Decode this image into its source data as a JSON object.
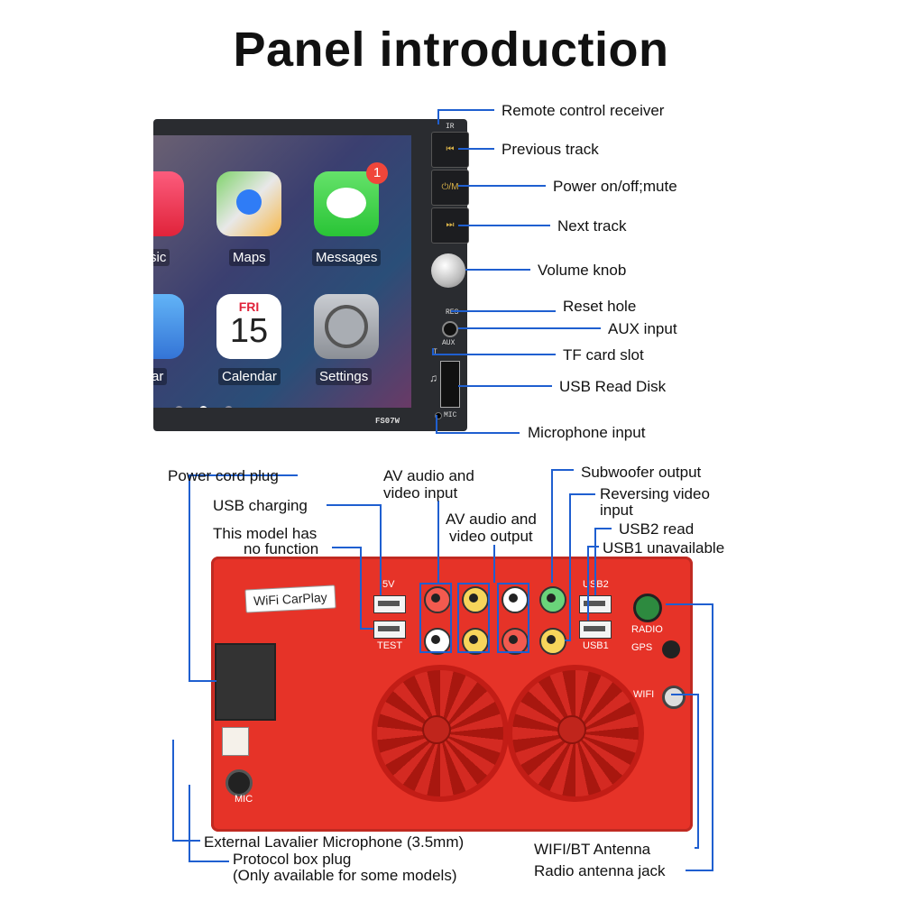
{
  "title": "Panel introduction",
  "front_panel": {
    "model": "FS07W",
    "apps": [
      {
        "label": "sic",
        "icon": "music-icon"
      },
      {
        "label": "Maps",
        "icon": "maps-icon"
      },
      {
        "label": "Messages",
        "icon": "messages-icon",
        "badge": "1"
      },
      {
        "label": "ar",
        "icon": "podcast-icon"
      },
      {
        "label": "Calendar",
        "icon": "calendar-icon",
        "day": "FRI",
        "date": "15"
      },
      {
        "label": "Settings",
        "icon": "settings-icon"
      }
    ],
    "buttons": {
      "ir": "IR",
      "power": "⏻/M",
      "res": "RES",
      "aux": "AUX",
      "t": "T",
      "mic": "MIC"
    },
    "labels": [
      "Remote control receiver",
      "Previous track",
      "Power on/off;mute",
      "Next track",
      "Volume knob",
      "Reset hole",
      "AUX input",
      "TF card slot",
      "USB Read Disk",
      "Microphone input"
    ]
  },
  "back_panel": {
    "plate": "WiFi CarPlay",
    "markings": {
      "v5": "5V",
      "test": "TEST",
      "usb2": "USB2",
      "usb1": "USB1",
      "radio": "RADIO",
      "gps": "GPS",
      "wifi": "WIFI",
      "mic": "MIC"
    },
    "labels": {
      "power_cord": "Power cord plug",
      "usb_charging": "USB charging",
      "no_function_1": "This model has",
      "no_function_2": "no function",
      "av_in_1": "AV audio and",
      "av_in_2": "video input",
      "av_out_1": "AV audio and",
      "av_out_2": "video output",
      "subwoofer": "Subwoofer output",
      "reversing_1": "Reversing video",
      "reversing_2": "input",
      "usb2_read": "USB2 read",
      "usb1_unavailable": "USB1 unavailable",
      "lavalier": "External Lavalier Microphone (3.5mm)",
      "protocol_1": "Protocol box plug",
      "protocol_2": "(Only available for some models)",
      "wifi_bt": "WIFI/BT Antenna",
      "radio_ant": "Radio antenna jack"
    }
  },
  "colors": {
    "panel_red": "#e63328",
    "callout_blue": "#1f5fd0"
  }
}
